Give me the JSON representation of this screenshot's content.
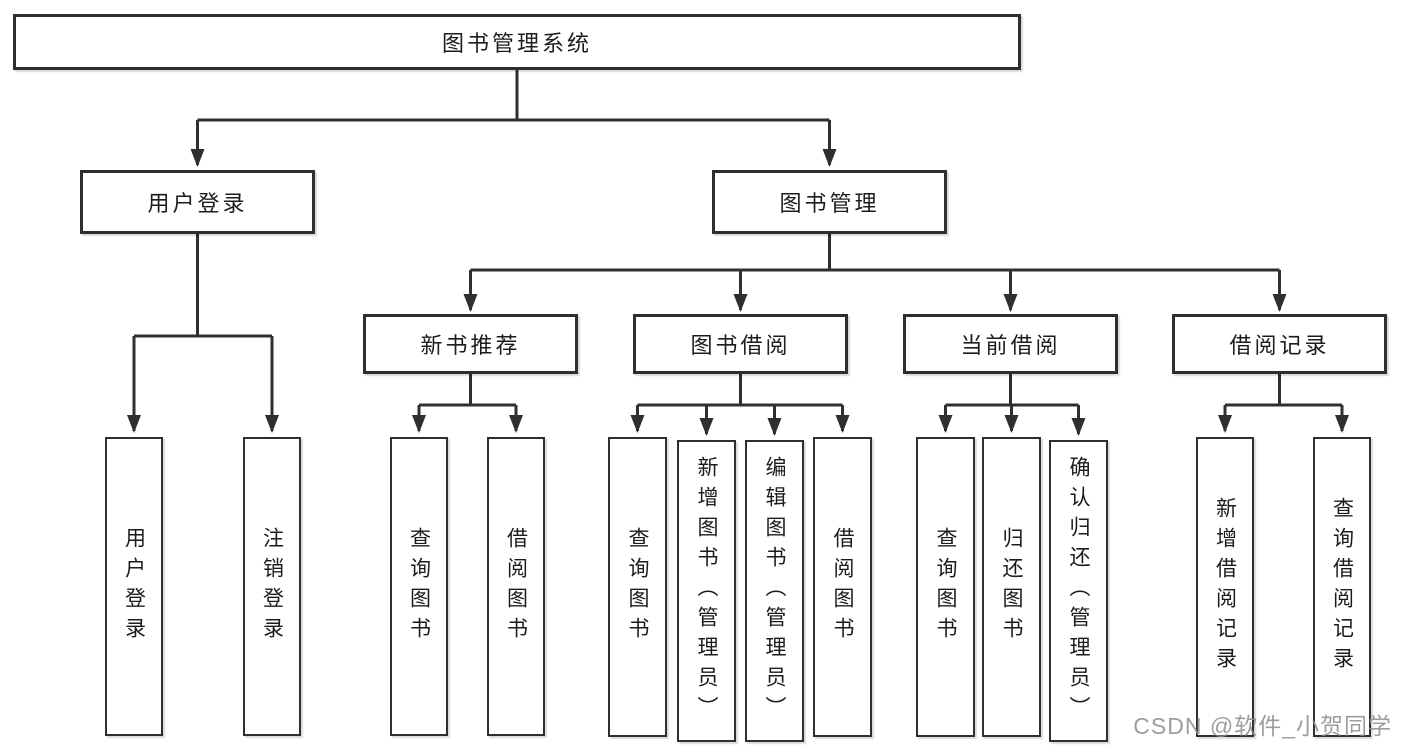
{
  "diagram": {
    "root": {
      "label": "图书管理系统"
    },
    "user": {
      "label": "用户登录",
      "children": [
        {
          "label": "用户登录"
        },
        {
          "label": "注销登录"
        }
      ]
    },
    "mgmt": {
      "label": "图书管理",
      "sections": [
        {
          "label": "新书推荐",
          "children": [
            {
              "label": "查询图书"
            },
            {
              "label": "借阅图书"
            }
          ]
        },
        {
          "label": "图书借阅",
          "children": [
            {
              "label": "查询图书"
            },
            {
              "label": "新增图书（管理员）"
            },
            {
              "label": "编辑图书（管理员）"
            },
            {
              "label": "借阅图书"
            }
          ]
        },
        {
          "label": "当前借阅",
          "children": [
            {
              "label": "查询图书"
            },
            {
              "label": "归还图书"
            },
            {
              "label": "确认归还（管理员）"
            }
          ]
        },
        {
          "label": "借阅记录",
          "children": [
            {
              "label": "新增借阅记录"
            },
            {
              "label": "查询借阅记录"
            }
          ]
        }
      ]
    },
    "colors": {
      "line": "#2f2f2f",
      "box_border": "#2f2f2f",
      "text": "#1c1c1c",
      "watermark": "#8c8c8c"
    },
    "watermark": "CSDN @软件_小贺同学"
  }
}
